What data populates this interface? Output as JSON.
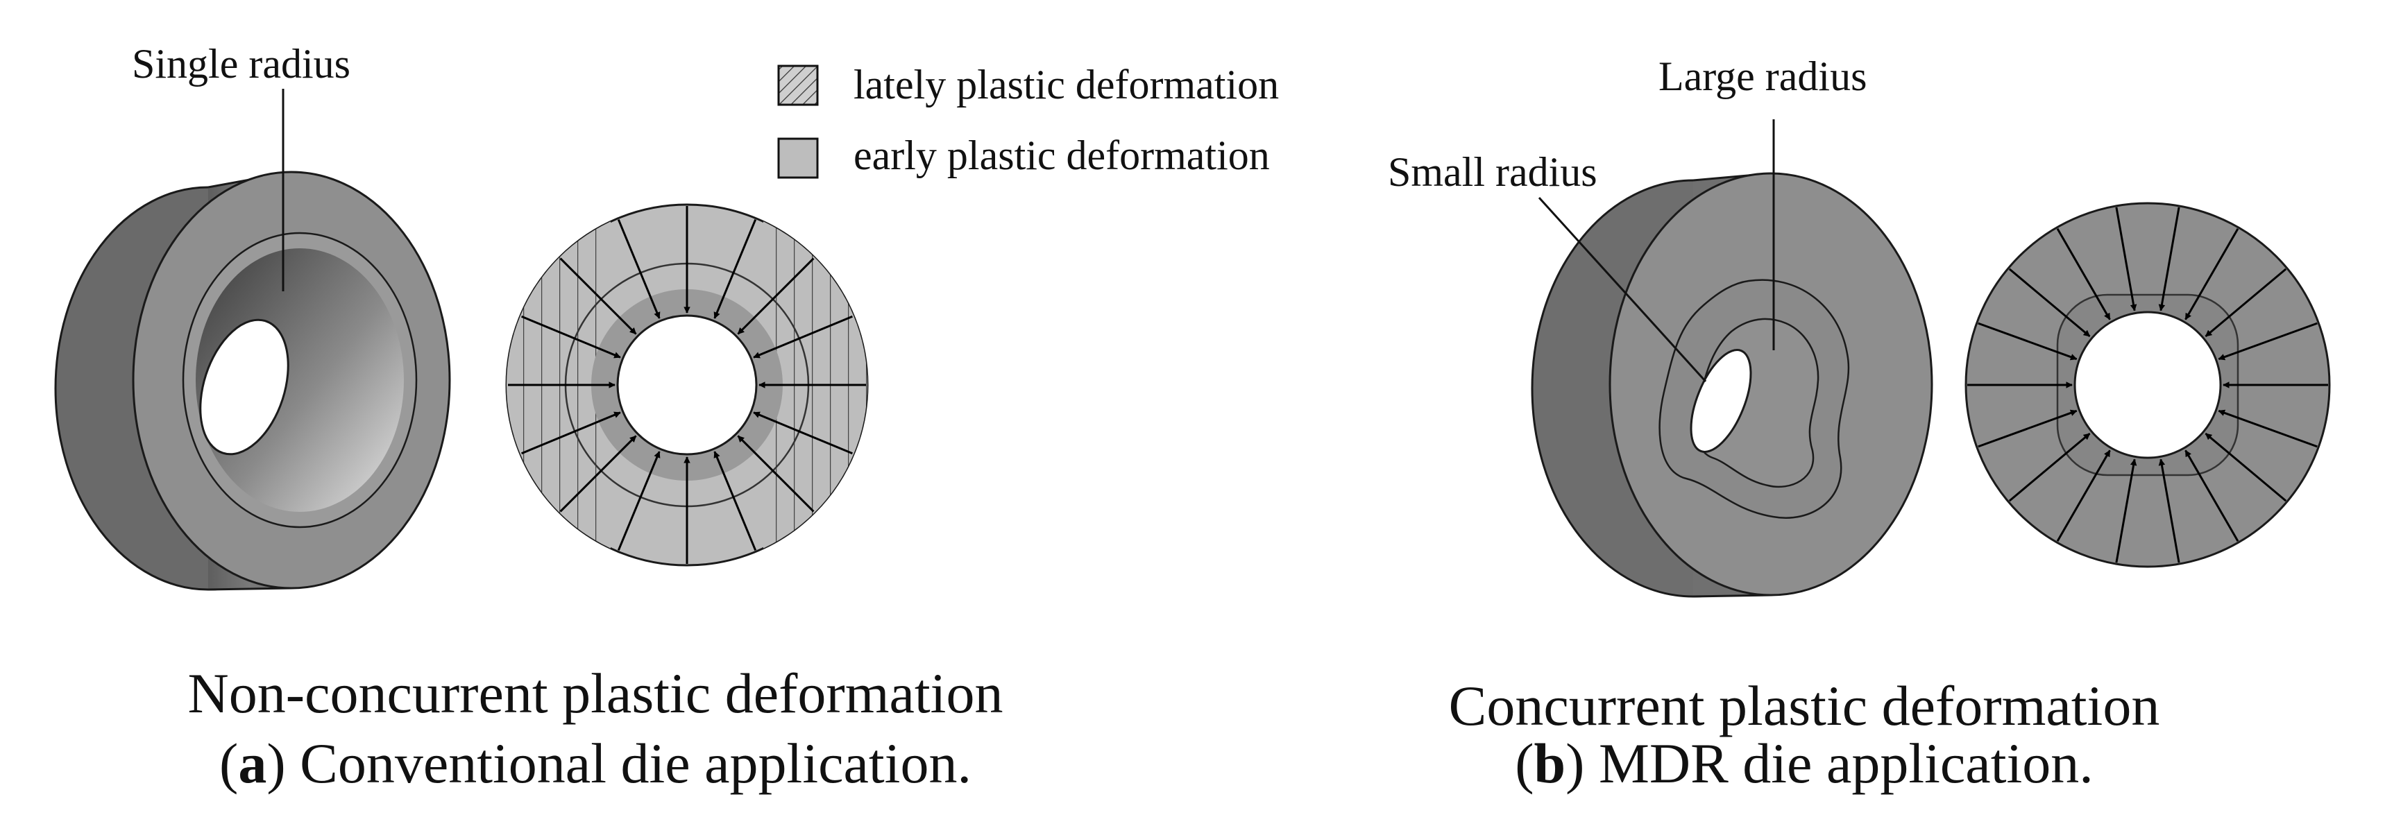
{
  "panel_a": {
    "callout_single_radius": "Single radius",
    "caption_line1": "Non-concurrent plastic deformation",
    "caption_letter": "a",
    "caption_rest": " Conventional die application."
  },
  "legend": {
    "lately": "lately plastic deformation",
    "early": "early plastic deformation"
  },
  "panel_b": {
    "callout_large_radius": "Large radius",
    "callout_small_radius": "Small radius",
    "caption_line1": "Concurrent plastic deformation",
    "caption_letter": "b",
    "caption_rest": " MDR die application."
  },
  "colors": {
    "die_face": "#8f8f8f",
    "die_side": "#6a6a6a",
    "section_fill": "#bdbdbd",
    "section_fill_b": "#8e8e8e",
    "outline": "#1a1a1a"
  }
}
